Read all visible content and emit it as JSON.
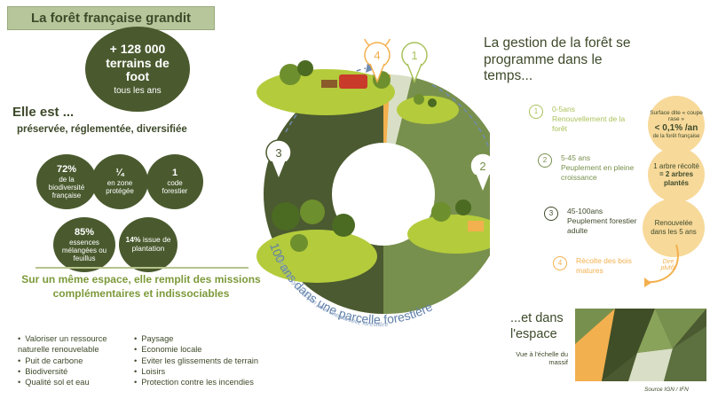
{
  "header": {
    "title": "La forêt française grandit"
  },
  "growth": {
    "line1": "+ 128 000",
    "line2": "terrains de",
    "line3": "foot",
    "line4": "tous les ans"
  },
  "intro": {
    "title": "Elle est ...",
    "subtitle": "préservée, réglementée, diversifiée"
  },
  "stats": [
    {
      "value": "72%",
      "text": "de la biodiversité française"
    },
    {
      "value": "¼",
      "text": "en zone protégée"
    },
    {
      "value": "1",
      "text": "code forestier"
    },
    {
      "value": "85%",
      "text": "essences mélangées ou feuillus"
    },
    {
      "value": "14%",
      "text": "issue de plantation"
    }
  ],
  "missions": {
    "title": "Sur un même espace, elle remplit des missions complémentaires et indissociables",
    "left": [
      "Valoriser un ressource naturelle renouvelable",
      "Puit de carbone",
      "Biodiversité",
      "Qualité sol et eau"
    ],
    "right": [
      "Paysage",
      "Economie locale",
      "Eviter les glissements de terrain",
      "Loisirs",
      "Protection contre les incendies"
    ]
  },
  "cycle": {
    "caption": "100 ans dans une parcelle forestière",
    "subcaption": "Durée de cycle moyen pour une parcelle forestière",
    "markers": [
      "1",
      "2",
      "3",
      "4"
    ],
    "colors": {
      "dark": "#4b5a30",
      "mid": "#78904d",
      "light": "#d8dfc6",
      "orange": "#f3b04e"
    }
  },
  "time_mgmt": {
    "title": "La gestion de la forêt se programme dans le temps...",
    "phases": [
      {
        "num": "1",
        "range": "0-5ans",
        "text": "Renouvellement de la forêt"
      },
      {
        "num": "2",
        "range": "5-45 ans",
        "text": "Peuplement en pleine croissance"
      },
      {
        "num": "3",
        "range": "45-100ans",
        "text": "Peuplement forestier adulte"
      },
      {
        "num": "4",
        "range": "",
        "text": "Récolte des bois matures"
      }
    ]
  },
  "side": {
    "c1_a": "Surface dite « coupe rase »",
    "c1_b": "< 0,1% /an",
    "c1_c": "de la forêt française",
    "c2_a": "1 arbre récolté",
    "c2_b": "= 2 arbres plantés",
    "c3_a": "Renouvelée dans les 5 ans",
    "rather": "Dire plutôt"
  },
  "espace": {
    "title": "...et dans l'espace",
    "subtitle": "Vue à l'échelle du massif"
  },
  "source": "Source IGN / IFN"
}
